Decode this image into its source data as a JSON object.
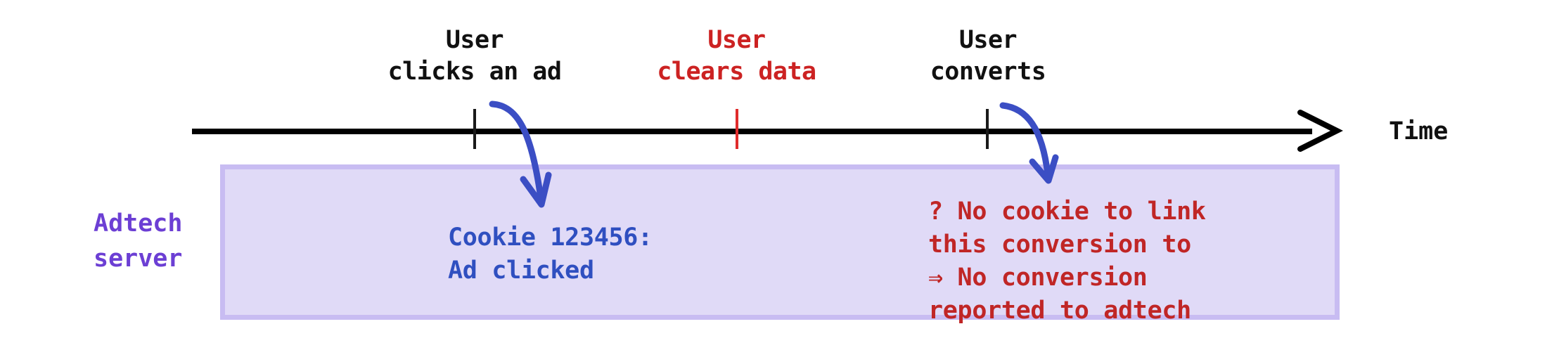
{
  "diagram": {
    "title_present": false,
    "colors": {
      "box_fill": "#e0daf7",
      "box_border": "#c8bcf2",
      "axis": "#000000",
      "tick_black": "#1a1a1a",
      "tick_red": "#e02b2b",
      "label_black": "#111111",
      "label_red": "#cc2222",
      "lane_label_purple": "#6c3fd4",
      "note_blue": "#2f4fc0",
      "note_red": "#c02626",
      "connector_blue": "#3b4ec4"
    }
  },
  "axis": {
    "name": "Time",
    "arrow_icon": "arrow-right-open-icon"
  },
  "lane": {
    "label_line1": "Adtech",
    "label_line2": "server"
  },
  "events": [
    {
      "id": "ad-click",
      "line1": "User",
      "line2": "clicks an ad",
      "color": "black",
      "tick_color": "#1a1a1a"
    },
    {
      "id": "clear-data",
      "line1": "User",
      "line2": "clears data",
      "color": "red",
      "tick_color": "#e02b2b"
    },
    {
      "id": "convert",
      "line1": "User",
      "line2": "converts",
      "color": "black",
      "tick_color": "#1a1a1a"
    }
  ],
  "notes": {
    "click_note": {
      "line1": "Cookie 123456:",
      "line2": "Ad clicked"
    },
    "conversion_note": {
      "line1": "? No cookie to link",
      "line2": "this conversion to",
      "line3": "⇒ No conversion",
      "line4": "reported to adtech"
    }
  }
}
